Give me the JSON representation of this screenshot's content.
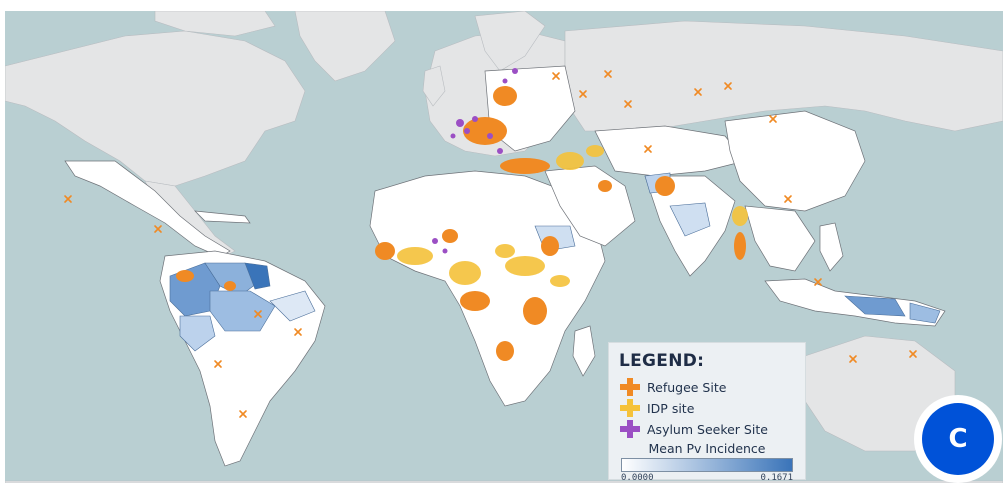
{
  "map": {
    "colors": {
      "ocean": "#b9cfd2",
      "land_default": "#e4e5e6",
      "land_covered": "#ffffff",
      "border": "#6e7278",
      "refugee": "#f08a24",
      "idp": "#f5c23a",
      "asylum": "#9b4fc4",
      "incidence_low": "#ffffff",
      "incidence_high": "#3a74b9"
    }
  },
  "legend": {
    "title": "LEGEND:",
    "items": [
      {
        "label": "Refugee Site",
        "color": "#f08a24",
        "icon": "plus-icon"
      },
      {
        "label": "IDP site",
        "color": "#f5c23a",
        "icon": "plus-icon"
      },
      {
        "label": "Asylum Seeker Site",
        "color": "#9b4fc4",
        "icon": "plus-icon"
      }
    ],
    "ramp": {
      "title": "Mean Pv Incidence",
      "min_label": "0.0000",
      "max_label": "0.1671",
      "min_color": "#ffffff",
      "max_color": "#3a74b9"
    }
  },
  "badge": {
    "letter": "C",
    "color": "#0052d8"
  }
}
